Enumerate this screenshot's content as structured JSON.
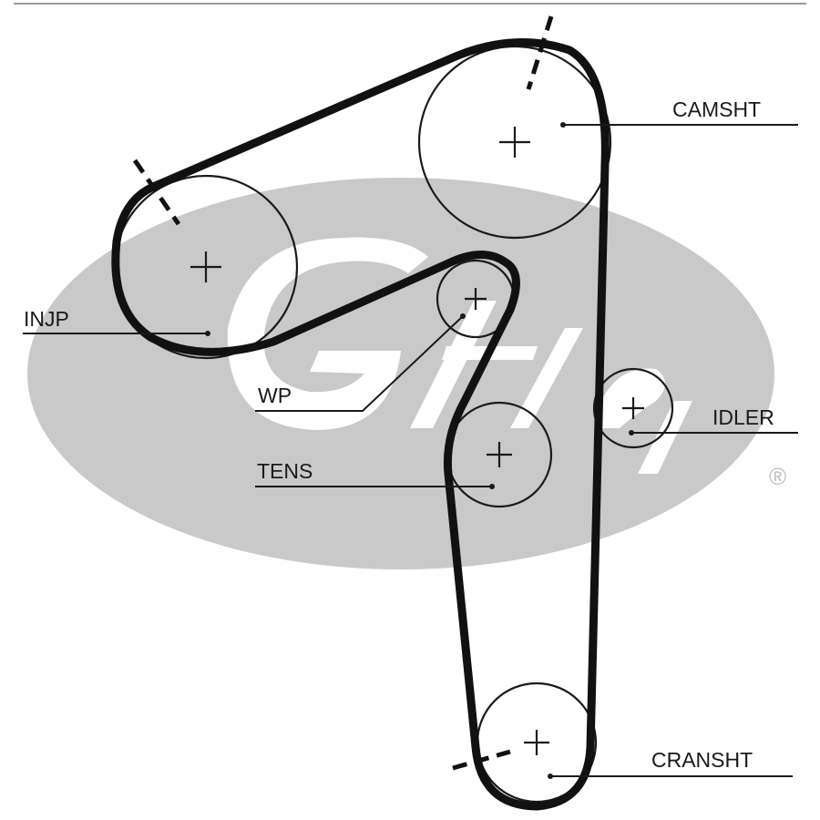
{
  "labels": {
    "camshaft": "CAMSHT",
    "injection_pump": "INJP",
    "water_pump": "WP",
    "idler": "IDLER",
    "tensioner": "TENS",
    "crankshaft": "CRANSHT"
  },
  "watermark": {
    "symbol": "®"
  },
  "colors": {
    "belt": "#111111",
    "watermark": "#c9c9c9",
    "background": "#ffffff"
  }
}
